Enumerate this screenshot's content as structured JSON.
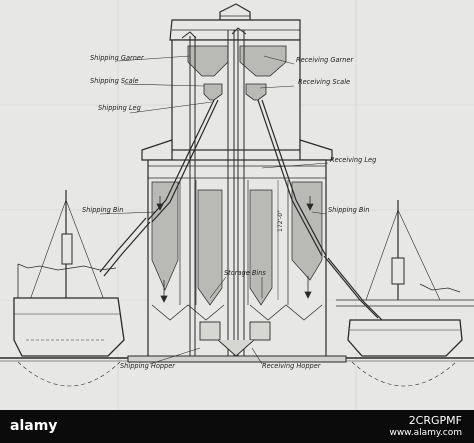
{
  "diagram": {
    "labels": {
      "shipping_garner": "Shipping Garner",
      "shipping_scale": "Shipping Scale",
      "shipping_leg": "Shipping Leg",
      "receiving_garner": "Receiving Garner",
      "receiving_scale": "Receiving Scale",
      "receiving_leg": "Receiving Leg",
      "shipping_bin_left": "Shipping Bin",
      "shipping_bin_right": "Shipping Bin",
      "storage_bins": "Storage Bins",
      "shipping_hopper": "Shipping Hopper",
      "receiving_hopper": "Receiving Hopper",
      "height_dimension": "172'-0\""
    }
  },
  "stock_banner": {
    "logo": "alamy",
    "image_id": "2CRGPMF",
    "url": "www.alamy.com"
  },
  "colors": {
    "paper": "#e7e7e5",
    "ink": "#2a2a2a",
    "shade": "#b9b9b6",
    "banner": "#0b0b0b"
  }
}
